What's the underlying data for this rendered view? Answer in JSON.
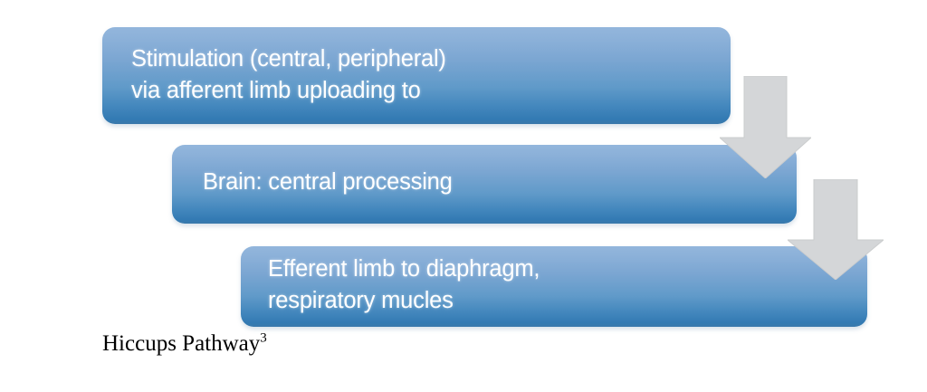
{
  "diagram": {
    "caption": {
      "text": "Hiccups Pathway",
      "superscript": "3"
    },
    "boxes": [
      {
        "id": "stimulation",
        "name": "stimulation-box",
        "text": "Stimulation (central, peripheral)\nvia afferent limb uploading to"
      },
      {
        "id": "brain",
        "name": "brain-box",
        "text": "Brain: central processing"
      },
      {
        "id": "efferent",
        "name": "efferent-box",
        "text": "Efferent limb to diaphragm,\nrespiratory mucles"
      }
    ],
    "arrows": [
      {
        "id": "arrow-1",
        "icon": "arrow-down-icon",
        "from": "stimulation",
        "to": "brain"
      },
      {
        "id": "arrow-2",
        "icon": "arrow-down-icon",
        "from": "brain",
        "to": "efferent"
      }
    ],
    "colors": {
      "box_gradient_top": "#93b6dc",
      "box_gradient_bottom": "#3a79ab",
      "box_text": "#ffffff",
      "arrow_fill": "#d4d6d8",
      "arrow_edge": "#c7c9cb",
      "caption_text": "#000000",
      "background": "#ffffff"
    }
  }
}
